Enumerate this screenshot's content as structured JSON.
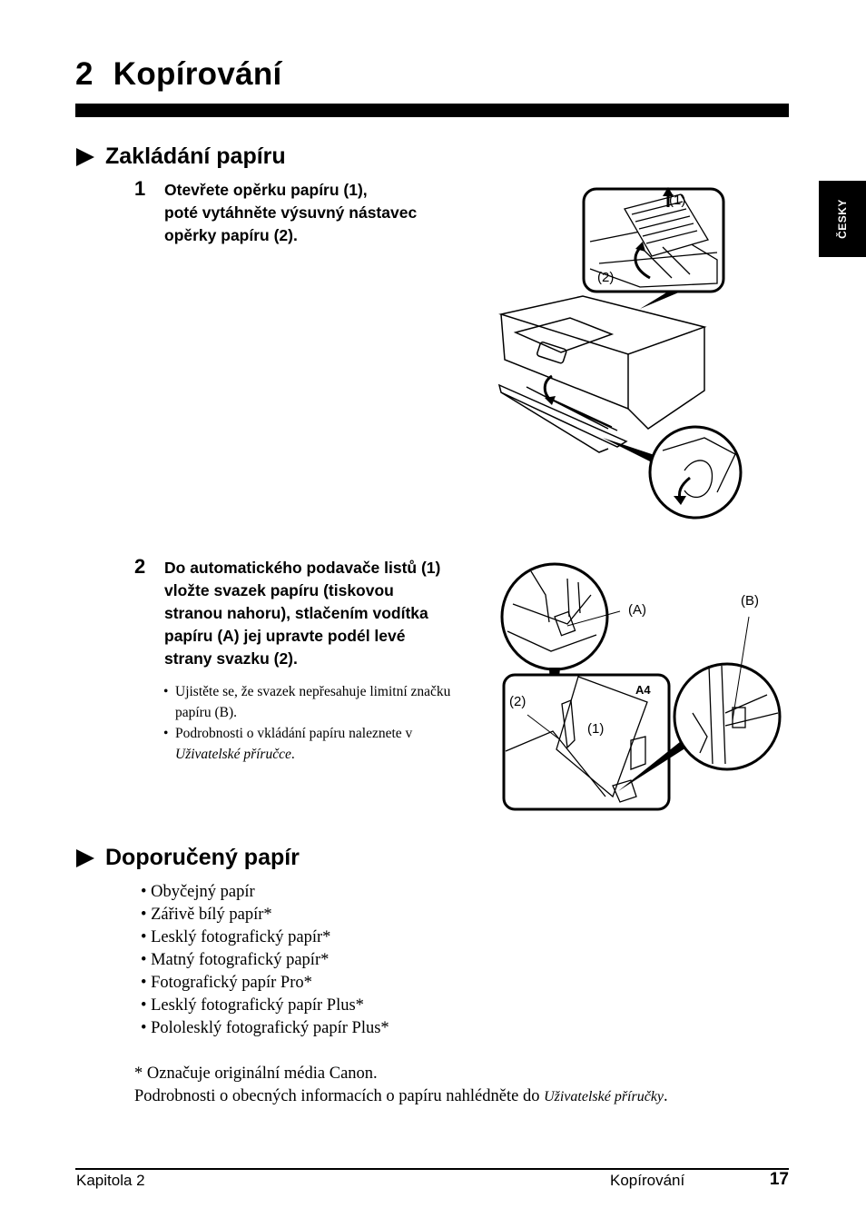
{
  "chapter": {
    "number": "2",
    "title": "Kopírování"
  },
  "side_tab": {
    "label": "ČESKY"
  },
  "section_loading": {
    "title": "Zakládání papíru"
  },
  "step1": {
    "number": "1",
    "lines": [
      "Otevřete opěrku papíru (1),",
      "poté vytáhněte výsuvný nástavec",
      "opěrky papíru (2)."
    ]
  },
  "figure1": {
    "callout_1": "(1)",
    "callout_2": "(2)"
  },
  "step2": {
    "number": "2",
    "lines": [
      "Do automatického podavače listů (1)",
      "vložte svazek papíru (tiskovou",
      "stranou nahoru), stlačením vodítka",
      "papíru (A) jej upravte podél levé",
      "strany svazku (2)."
    ]
  },
  "figure2": {
    "callout_A": "(A)",
    "callout_B": "(B)",
    "callout_2": "(2)",
    "callout_1": "(1)",
    "paper_size": "A4"
  },
  "notes": {
    "note1_line1": "Ujistěte se, že svazek nepřesahuje limitní značku",
    "note1_line2": "papíru (B).",
    "note2_line1": "Podrobnosti o vkládání papíru naleznete v",
    "note2_italic": "Uživatelské příručce",
    "note2_end": "."
  },
  "section_recommended": {
    "title": "Doporučený papír"
  },
  "paper_types": [
    "Obyčejný papír",
    "Zářivě bílý papír*",
    "Lesklý fotografický papír*",
    "Matný fotografický papír*",
    "Fotografický papír Pro*",
    "Lesklý fotografický papír Plus*",
    "Pololesklý fotografický papír Plus*"
  ],
  "footnote": {
    "line1": "* Označuje originální média Canon.",
    "line2_prefix": "Podrobnosti o obecných informacích o papíru nahlédněte do ",
    "line2_italic": "Uživatelské příručky",
    "line2_end": "."
  },
  "footer": {
    "chapter": "Kapitola 2",
    "title": "Kopírování",
    "page": "17"
  }
}
